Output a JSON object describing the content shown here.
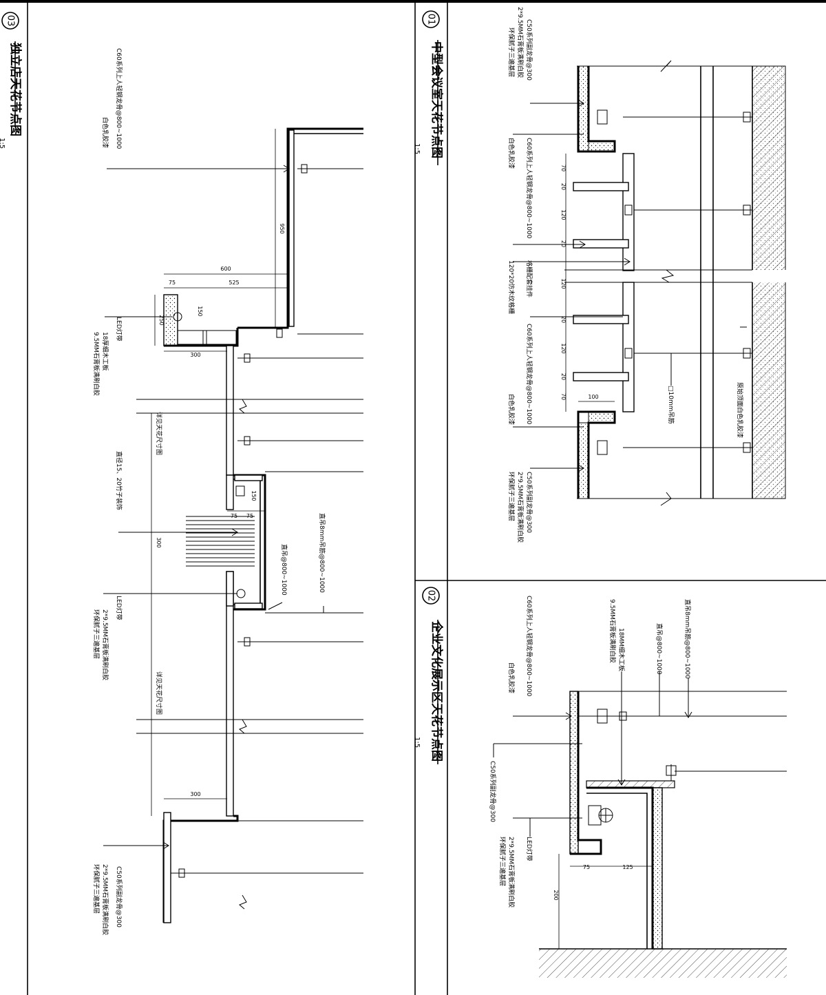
{
  "panels": {
    "p03": {
      "num": "03",
      "title": "独立店天花节点图",
      "scale": "1:5",
      "labels": {
        "keel_c60": "C60系列上人轻钢龙骨@800~1000",
        "white_latex": "白色乳胶漆",
        "led_strip": "LED灯带",
        "board_18": "18厚细木工板",
        "gypsum_95": "9.5MM石膏板满刷白胶",
        "ref_size": "详见天花尺寸图",
        "bamboo": "直径15、20竹子装饰",
        "hanger_8": "直吊8mm吊筋@800~1000",
        "hanger": "直吊@800~1000",
        "led_strip_2": "LED灯带",
        "gypsum_double": "2*9.5MM石膏板满刷白胶",
        "putty": "环保腻子三遍基层",
        "ref_size_2": "详见天花尺寸图",
        "keel_c50": "C50系列副龙骨@300",
        "gypsum_double_2": "2*9.5MM石膏板满刷白胶",
        "putty_2": "环保腻子三遍基层"
      },
      "dims": {
        "d950": "950",
        "d600": "600",
        "d75": "75",
        "d525": "525",
        "d250": "250",
        "d150": "150",
        "d300": "300",
        "d150b": "150",
        "d75b": "75",
        "d75c": "75",
        "d300b": "300",
        "d300c": "300"
      }
    },
    "p01": {
      "num": "01",
      "title": "中型会议室天花节点图",
      "scale": "1:5",
      "labels": {
        "keel_c50": "C50系列副龙骨@300",
        "gypsum_double": "2*9.5MM石膏板满刷白胶",
        "putty": "环保腻子三遍基层",
        "keel_c60": "C60系列上人轻钢龙骨@800~1000",
        "white_latex": "白色乳胶漆",
        "wood_grille": "120*20仿木纹格栅",
        "grille_hanger": "格栅配套挂件",
        "keel_c60_b": "C60系列上人轻钢龙骨@800~1000",
        "white_latex_b": "白色乳胶漆",
        "rod10": "□10mm吊筋",
        "orig_top": "原始顶面白色乳胶漆",
        "keel_c50_b": "C50系列副龙骨@300",
        "gypsum_double_b": "2*9.5MM石膏板满刷白胶",
        "putty_b": "环保腻子三遍基层"
      },
      "dims": {
        "d70": "70",
        "d20a": "20",
        "d120a": "120",
        "d20b": "20",
        "d120b": "120",
        "d20c": "20",
        "d120c": "120",
        "d20d": "20",
        "d70b": "70",
        "d100": "100"
      }
    },
    "p02": {
      "num": "02",
      "title": "企业文化展示区天花节点图",
      "scale": "1:5",
      "labels": {
        "hanger_8": "直吊8mm吊筋@800~1000",
        "hanger": "直吊@800~1000",
        "board_18": "18MM细木工板",
        "gypsum_95": "9.5MM石膏板满刷白胶",
        "keel_c60": "C60系列上人轻钢龙骨@800~1000",
        "white_latex": "白色乳胶漆",
        "keel_c50": "C50系列副龙骨@300",
        "led_strip": "LED灯带",
        "gypsum_double": "2*9.5MM石膏板满刷白胶",
        "putty": "环保腻子三遍基层"
      },
      "dims": {
        "d75": "75",
        "d125": "125",
        "d200": "200"
      }
    }
  }
}
